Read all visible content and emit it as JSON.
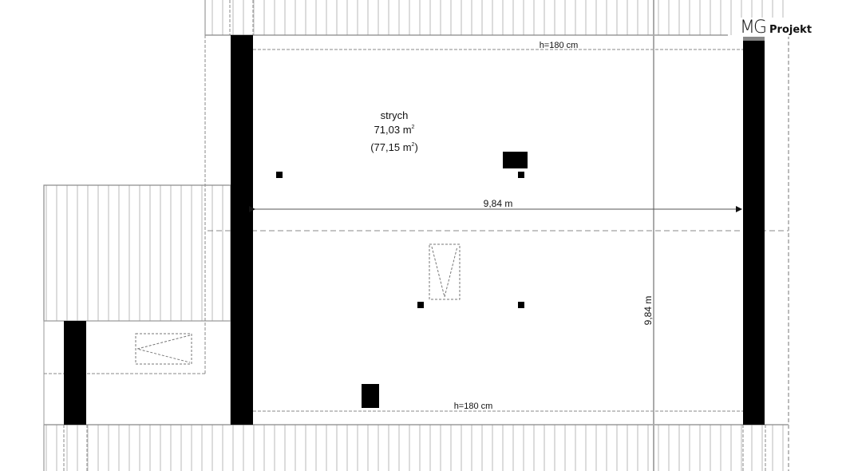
{
  "logo": {
    "brand": "MG",
    "name": "Projekt"
  },
  "room": {
    "name": "strych",
    "area": "71,03 m",
    "area_sup": "2",
    "gross_open": "(77,15 m",
    "gross_sup": "2",
    "gross_close": ")"
  },
  "annotations": {
    "height_top": "h=180 cm",
    "height_bottom": "h=180 cm",
    "width_dim": "9,84 m",
    "depth_dim": "9,84 m"
  },
  "colors": {
    "wall": "#000000",
    "hatch": "#bdbdbd",
    "outline": "#888888"
  }
}
